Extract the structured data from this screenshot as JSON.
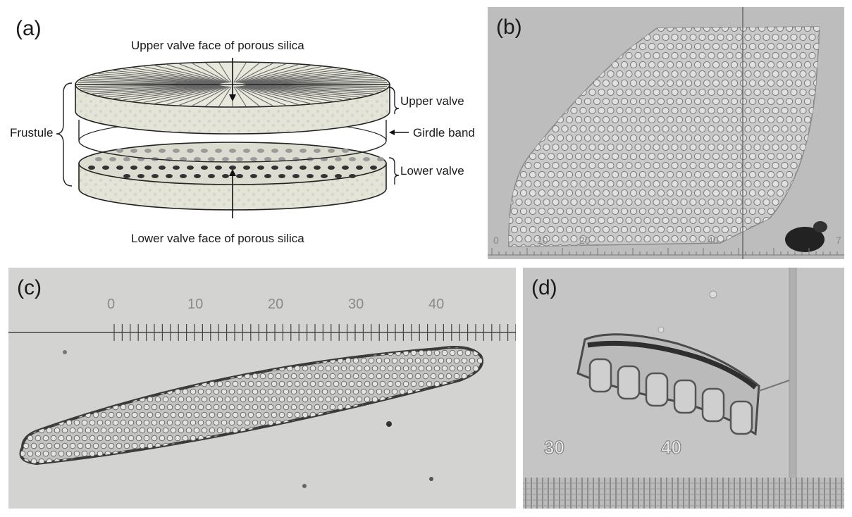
{
  "panels": {
    "a": {
      "label": "(a)",
      "top_caption": "Upper valve face of porous silica",
      "bottom_caption": "Lower valve face of porous silica",
      "upper_valve": "Upper valve",
      "girdle_band": "Girdle band",
      "lower_valve": "Lower valve",
      "frustule": "Frustule"
    },
    "b": {
      "label": "(b)",
      "scale_ticks": [
        "0",
        "10",
        "20",
        "40",
        "7"
      ]
    },
    "c": {
      "label": "(c)",
      "scale_ticks": [
        "0",
        "10",
        "20",
        "30",
        "40"
      ]
    },
    "d": {
      "label": "(d)",
      "scale_ticks": [
        "30",
        "40"
      ]
    }
  },
  "colors": {
    "valve_fill": "#e4e4d8",
    "outline": "#222222",
    "micrograph_b": "#bdbdbd",
    "micrograph_c": "#d3d3d1",
    "micrograph_d": "#c5c5c5"
  }
}
